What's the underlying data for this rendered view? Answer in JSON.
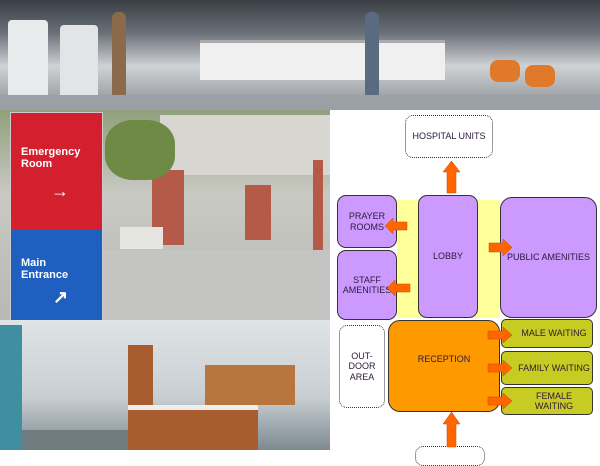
{
  "sign": {
    "emergency": "Emergency Room",
    "emergency_arrow": "→",
    "main_entrance": "Main Entrance",
    "main_arrow": "↗",
    "colors": {
      "top": "#d4202e",
      "bottom": "#1f5fc0"
    }
  },
  "diagram": {
    "hospital_units": "HOSPITAL UNITS",
    "prayer_rooms": "PRAYER ROOMS",
    "staff_amenities": "STAFF AMENITIES",
    "lobby": "LOBBY",
    "public_amenities": "PUBLIC AMENITIES",
    "outdoor_area": "OUT-DOOR AREA",
    "reception": "RECEPTION",
    "male_waiting": "MALE WAITING",
    "family_waiting": "FAMILY WAITING",
    "female_waiting": "FEMALE WAITING",
    "colors": {
      "purple": "#cc99ff",
      "orange": "#ff9900",
      "arrow": "#ff6600",
      "yellow": "#ffff99",
      "olive": "#c8cc22"
    }
  }
}
